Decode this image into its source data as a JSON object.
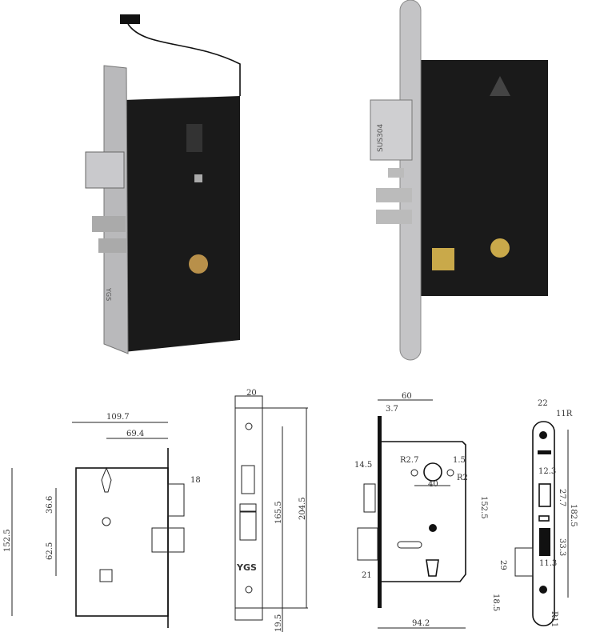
{
  "photos": {
    "left_photo": {
      "label": "YGS"
    },
    "right_photo": {
      "faceplate_stamp": "SUS304"
    }
  },
  "drawings": {
    "front_view": {
      "dims": [
        "109.7",
        "69.4",
        "18",
        "36.6",
        "62.5",
        "152.5"
      ]
    },
    "faceplate_view": {
      "dims": [
        "20",
        "165.5",
        "204.5",
        "19.5"
      ],
      "logo": "YGS"
    },
    "detail_view": {
      "dims": [
        "60",
        "3.7",
        "14.5",
        "R2.7",
        "1.5",
        "40",
        "R2",
        "21",
        "94.2",
        "152.5"
      ]
    },
    "side_view": {
      "dims": [
        "22",
        "11R",
        "12.3",
        "27.7",
        "182.5",
        "33.3",
        "11.3",
        "29",
        "18.5",
        "R11"
      ]
    }
  }
}
